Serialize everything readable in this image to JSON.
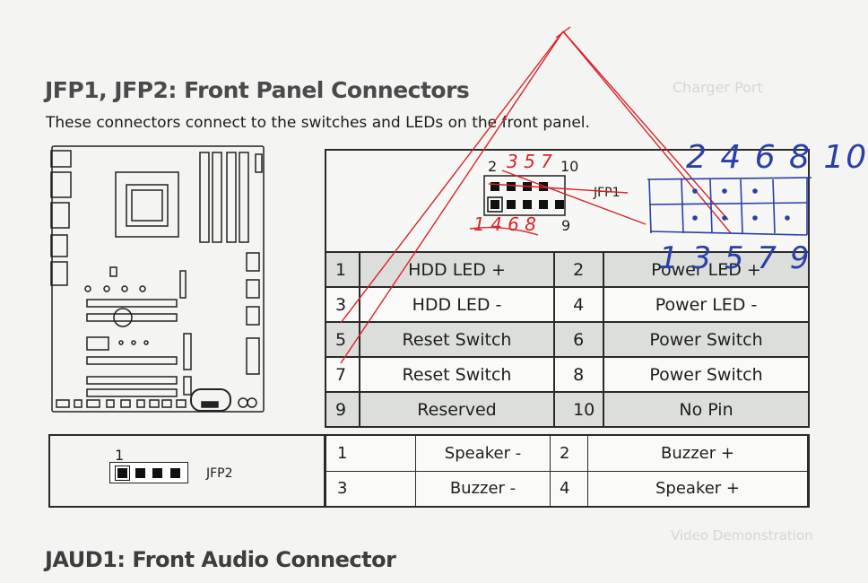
{
  "heading": "JFP1, JFP2: Front Panel Connectors",
  "description": "These connectors connect to the switches and LEDs on the front panel.",
  "next_heading": "JAUD1: Front Audio Connector",
  "ghost": {
    "right_top": "Charger Port",
    "right_bottom": "Video Demonstration"
  },
  "jfp1": {
    "label": "JFP1",
    "top_pins_label": "2",
    "top_pins_end": "10",
    "bottom_pin_end": "9",
    "rows": [
      {
        "n1": "1",
        "name1": "HDD LED +",
        "n2": "2",
        "name2": "Power LED +"
      },
      {
        "n1": "3",
        "name1": "HDD LED -",
        "n2": "4",
        "name2": "Power LED -"
      },
      {
        "n1": "5",
        "name1": "Reset Switch",
        "n2": "6",
        "name2": "Power Switch"
      },
      {
        "n1": "7",
        "name1": "Reset Switch",
        "n2": "8",
        "name2": "Power Switch"
      },
      {
        "n1": "9",
        "name1": "Reserved",
        "n2": "10",
        "name2": "No Pin"
      }
    ]
  },
  "jfp2": {
    "label": "JFP2",
    "pin_one": "1",
    "rows": [
      {
        "n1": "1",
        "name1": "Speaker -",
        "n2": "2",
        "name2": "Buzzer +"
      },
      {
        "n1": "3",
        "name1": "Buzzer -",
        "n2": "4",
        "name2": "Speaker +"
      }
    ]
  },
  "handwriting": {
    "top_right": "2 4 6 8 10",
    "bottom_right": "1 3 5 7 9",
    "near_header_top": "3 5 7",
    "near_header_bottom": "1 4 6 8"
  },
  "colors": {
    "pen_red": "#d8242a",
    "pen_blue": "#2a3fa8",
    "grid": "#2a2a2a"
  }
}
